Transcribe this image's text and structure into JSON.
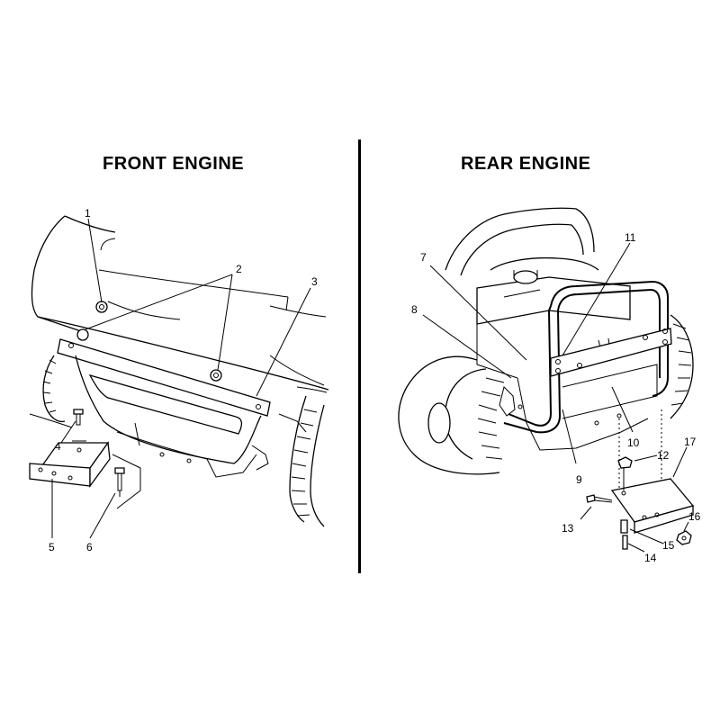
{
  "headings": {
    "front": "FRONT ENGINE",
    "rear": "REAR ENGINE"
  },
  "callouts": [
    "1",
    "2",
    "3",
    "4",
    "5",
    "6",
    "7",
    "8",
    "9",
    "10",
    "11",
    "12",
    "13",
    "14",
    "15",
    "16",
    "17"
  ]
}
